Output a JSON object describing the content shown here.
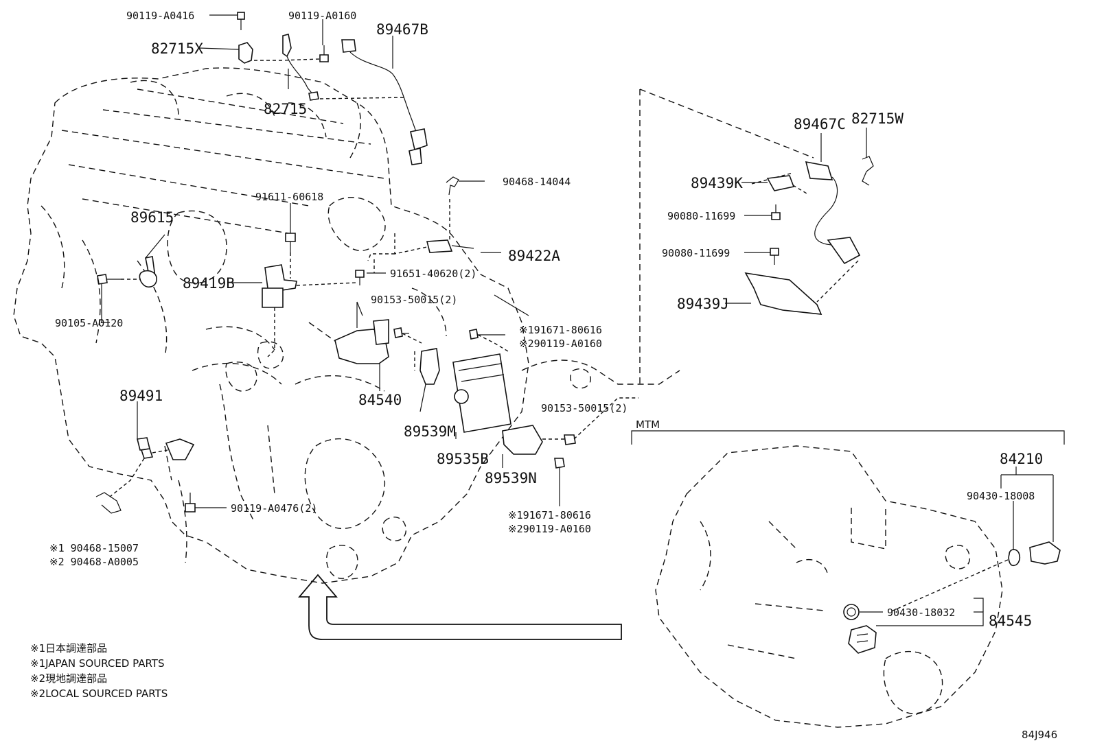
{
  "labels": {
    "l_90119_A0416": "90119-A0416",
    "l_90119_A0160_top": "90119-A0160",
    "l_89467B": "89467B",
    "l_82715X": "82715X",
    "l_82715": "82715",
    "l_90468_14044": "90468-14044",
    "l_91611_60618": "91611-60618",
    "l_89615": "89615",
    "l_89422A": "89422A",
    "l_91651_40620": "91651-40620(2)",
    "l_89419B": "89419B",
    "l_90153_50015_a": "90153-50015(2)",
    "l_91671_80616_a": "※191671-80616",
    "l_90119_A0160_a": "※290119-A0160",
    "l_90105_A0120": "90105-A0120",
    "l_84540": "84540",
    "l_89491": "89491",
    "l_90153_50015_b": "90153-50015(2)",
    "l_89539M": "89539M",
    "l_89535B": "89535B",
    "l_89539N": "89539N",
    "l_90119_A0476": "90119-A0476(2)",
    "l_91671_80616_b": "※191671-80616",
    "l_90119_A0160_b": "※290119-A0160",
    "l_90468_15007": "※1 90468-15007",
    "l_90468_A0005": "※2 90468-A0005",
    "l_89467C": "89467C",
    "l_82715W": "82715W",
    "l_89439K": "89439K",
    "l_90080_11699_a": "90080-11699",
    "l_90080_11699_b": "90080-11699",
    "l_89439J": "89439J",
    "l_MTM": "MTM",
    "l_84210": "84210",
    "l_90430_18008": "90430-18008",
    "l_90430_18032": "90430-18032",
    "l_84545": "84545"
  },
  "notes": [
    "※1日本調達部品",
    "※1JAPAN SOURCED PARTS",
    "※2現地調達部品",
    "※2LOCAL SOURCED PARTS"
  ],
  "diagram_id": "84J946"
}
